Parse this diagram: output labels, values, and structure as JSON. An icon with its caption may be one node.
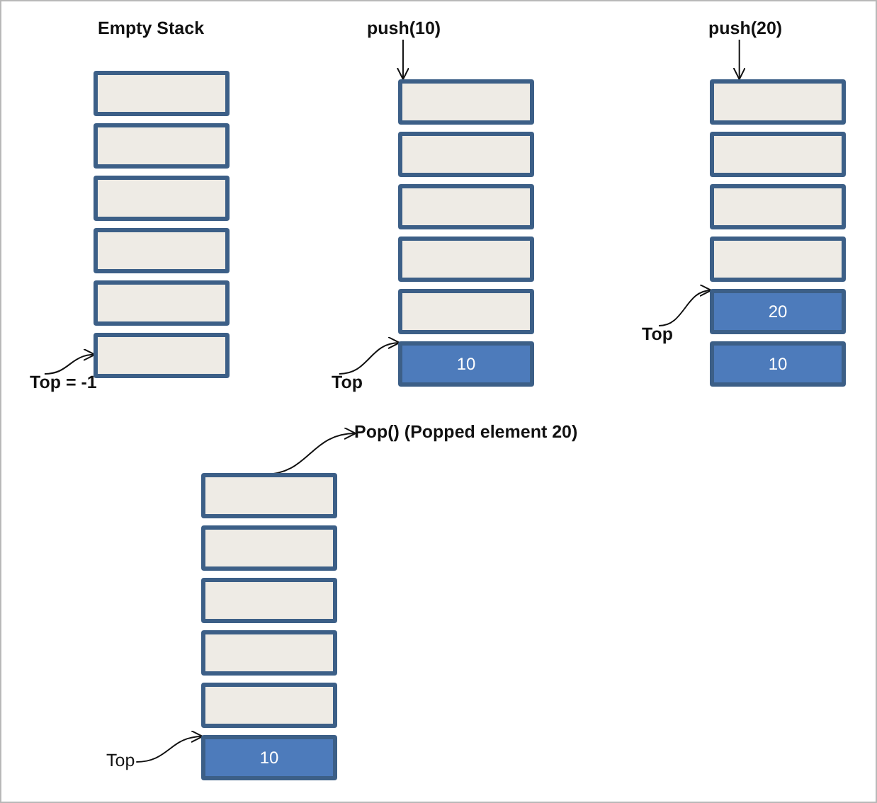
{
  "diagram": {
    "nodes": [
      {
        "text": [],
        "shape": "box"
      },
      {
        "text": [],
        "shape": "box"
      },
      {
        "text": [],
        "shape": "box"
      },
      {
        "text": [],
        "shape": "box"
      },
      {
        "text": [],
        "shape": "box"
      },
      {
        "text": [],
        "shape": "box"
      },
      {
        "text": [
          "Top = -1"
        ]
      },
      {
        "text": [
          "push(10)"
        ]
      },
      {
        "text": [],
        "shape": "box"
      },
      {
        "text": [],
        "shape": "box"
      },
      {
        "text": [],
        "shape": "box"
      },
      {
        "text": [],
        "shape": "box"
      },
      {
        "text": [],
        "shape": "box"
      },
      {
        "text": [
          "10"
        ]
      },
      {
        "text": [
          "Top"
        ]
      },
      {
        "text": [
          "push(20)"
        ]
      },
      {
        "text": [],
        "shape": "box"
      },
      {
        "text": [],
        "shape": "box"
      },
      {
        "text": [],
        "shape": "box"
      },
      {
        "text": [],
        "shape": "box"
      },
      {
        "text": [
          "20"
        ]
      },
      {
        "text": [
          "10"
        ]
      },
      {
        "text": [
          "Top"
        ]
      },
      {
        "text": [
          "Pop() (Popped element 20)"
        ]
      },
      {
        "text": [],
        "shape": "box"
      },
      {
        "text": [],
        "shape": "box"
      },
      {
        "text": [],
        "shape": "box"
      },
      {
        "text": [],
        "shape": "box"
      },
      {
        "text": [],
        "shape": "box"
      },
      {
        "text": [
          "10"
        ]
      },
      {
        "text": [
          "Top"
        ]
      }
    ],
    "edges": [
      {
        "from": 6,
        "to": 5,
        "arrow": "to"
      },
      {
        "from": 7,
        "to": 8,
        "arrow": "to"
      },
      {
        "from": 14,
        "to": 13,
        "arrow": "to"
      },
      {
        "from": 15,
        "to": 16,
        "arrow": "to"
      },
      {
        "from": 22,
        "to": 20,
        "arrow": "to"
      },
      {
        "from": 24,
        "to": 23,
        "arrow": "to"
      },
      {
        "from": 30,
        "to": 29,
        "arrow": "to"
      }
    ],
    "labels": [
      "Empty Stack"
    ]
  }
}
